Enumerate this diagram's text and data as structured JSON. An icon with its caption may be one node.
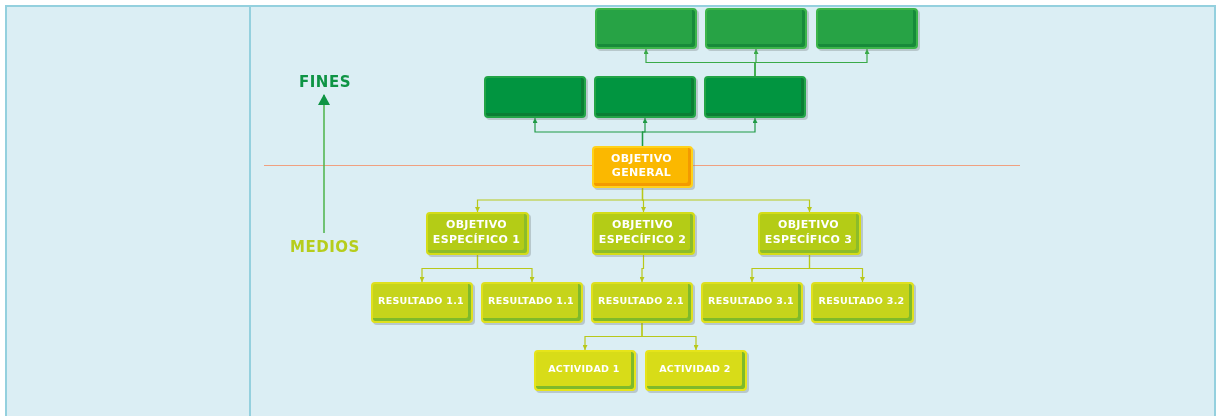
{
  "diagram": {
    "nodes": [
      {
        "text": [],
        "shape": "box"
      },
      {
        "text": [],
        "shape": "box"
      },
      {
        "text": [],
        "shape": "box"
      },
      {
        "text": [],
        "shape": "box"
      },
      {
        "text": [],
        "shape": "box"
      },
      {
        "text": [],
        "shape": "box"
      },
      {
        "text": [
          "OBJETIVO GENERAL"
        ]
      },
      {
        "text": [
          "OBJETIVO ESPECÍFICO 1"
        ]
      },
      {
        "text": [
          "OBJETIVO ESPECÍFICO 2"
        ]
      },
      {
        "text": [
          "OBJETIVO ESPECÍFICO 3"
        ]
      },
      {
        "text": [
          "RESULTADO 1.1"
        ]
      },
      {
        "text": [
          "RESULTADO 1.1"
        ]
      },
      {
        "text": [
          "RESULTADO 2.1"
        ]
      },
      {
        "text": [
          "RESULTADO 3.1"
        ]
      },
      {
        "text": [
          "RESULTADO 3.2"
        ]
      },
      {
        "text": [
          "ACTIVIDAD 1"
        ]
      },
      {
        "text": [
          "ACTIVIDAD 2"
        ]
      }
    ],
    "edges": [
      {
        "from": 5,
        "to": 0,
        "arrow": "to",
        "color": "#3aaa48"
      },
      {
        "from": 5,
        "to": 1,
        "arrow": "to",
        "color": "#3aaa48"
      },
      {
        "from": 5,
        "to": 2,
        "arrow": "to",
        "color": "#3aaa48"
      },
      {
        "from": 6,
        "to": 3,
        "arrow": "to",
        "color": "#1f9a45"
      },
      {
        "from": 6,
        "to": 4,
        "arrow": "to",
        "color": "#1f9a45"
      },
      {
        "from": 6,
        "to": 5,
        "arrow": "to",
        "color": "#1f9a45"
      },
      {
        "from": 6,
        "to": 7,
        "arrow": "to"
      },
      {
        "from": 6,
        "to": 8,
        "arrow": "to"
      },
      {
        "from": 6,
        "to": 9,
        "arrow": "to"
      },
      {
        "from": 7,
        "to": 10,
        "arrow": "to"
      },
      {
        "from": 7,
        "to": 11,
        "arrow": "to"
      },
      {
        "from": 8,
        "to": 12,
        "arrow": "to"
      },
      {
        "from": 9,
        "to": 13,
        "arrow": "to"
      },
      {
        "from": 9,
        "to": 14,
        "arrow": "to"
      },
      {
        "from": 12,
        "to": 15,
        "arrow": "to"
      },
      {
        "from": 12,
        "to": 16,
        "arrow": "to"
      }
    ],
    "labels": [
      "FINES",
      "MEDIOS"
    ]
  }
}
